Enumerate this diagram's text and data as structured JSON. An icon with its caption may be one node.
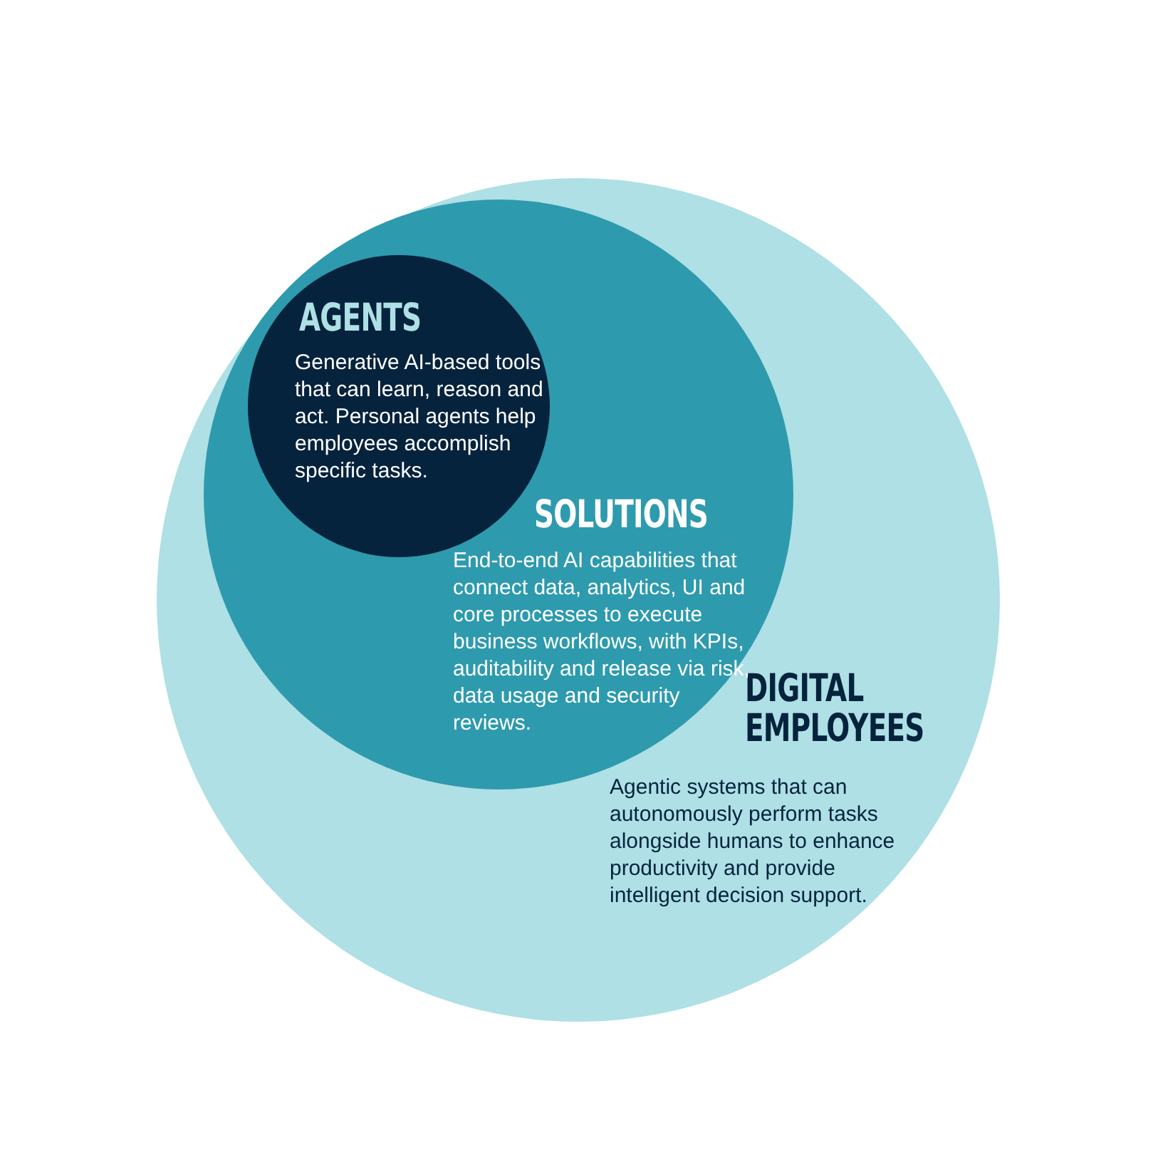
{
  "diagram": {
    "nodes": [
      {
        "text": [
          "DIGITAL EMPLOYEES",
          "Agentic systems that can autonomously perform tasks alongside humans to enhance productivity and provide intelligent decision support."
        ]
      },
      {
        "text": [
          "SOLUTIONS",
          "End-to-end AI capabilities that connect data, analytics, UI and core processes to execute business workflows, with KPIs, auditability and release via risk, data usage and security reviews."
        ],
        "in": 0
      },
      {
        "text": [
          "AGENTS",
          "Generative AI-based tools that can learn, reason and act. Personal agents help employees accomplish specific tasks."
        ],
        "in": 1
      }
    ],
    "edges": []
  }
}
